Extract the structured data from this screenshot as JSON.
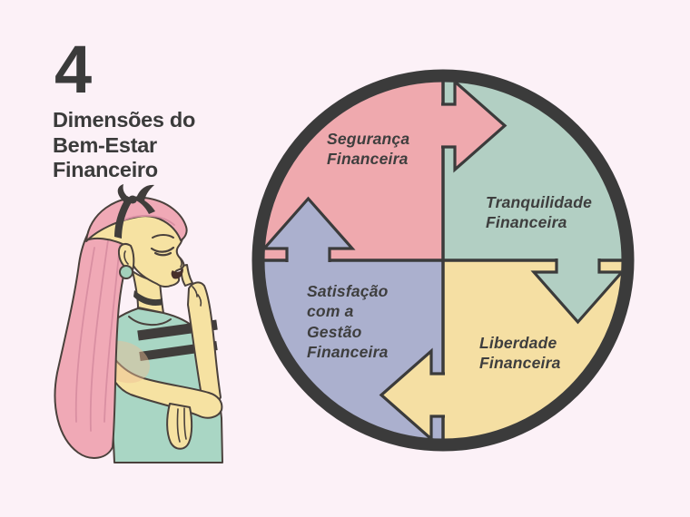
{
  "page": {
    "background": "#fcf1f7"
  },
  "header": {
    "number": "4",
    "title": "Dimensões do\nBem-Estar\nFinanceiro"
  },
  "diagram": {
    "ring_color": "#3b3b3b",
    "outline_color": "#3b3b3b",
    "segments": [
      {
        "id": "seguranca",
        "label": "Segurança\nFinanceira",
        "color": "#efa9ae",
        "position": "top-left",
        "arrow": "right"
      },
      {
        "id": "tranquilidade",
        "label": "Tranquilidade\nFinanceira",
        "color": "#b2cfc3",
        "position": "top-right",
        "arrow": "down"
      },
      {
        "id": "liberdade",
        "label": "Liberdade\nFinanceira",
        "color": "#f5dfa3",
        "position": "bottom-right",
        "arrow": "left"
      },
      {
        "id": "satisfacao",
        "label": "Satisfação\ncom a\nGestão\nFinanceira",
        "color": "#abb0ce",
        "position": "bottom-left",
        "arrow": "up"
      }
    ]
  },
  "illustration": {
    "name": "woman-thinking",
    "colors": {
      "hair": "#f0a9b6",
      "hair_line": "#d98fa2",
      "skin": "#f6e2a2",
      "skin_shade": "#edbf94",
      "top": "#a9d6c4",
      "accents": "#403d3b",
      "earring": "#a3d0bb",
      "mouth": "#472f2b",
      "outline": "#4a413c"
    }
  }
}
